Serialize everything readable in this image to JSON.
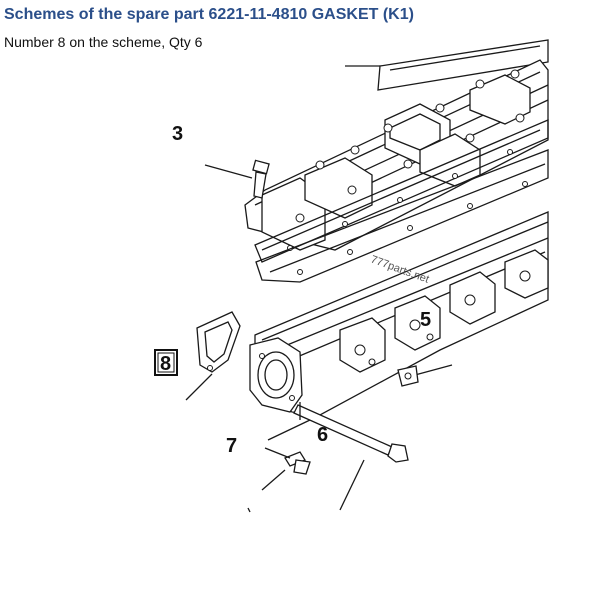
{
  "header": {
    "title": "Schemes of the spare part 6221-11-4810 GASKET (K1)",
    "subtitle": "Number 8 on the scheme, Qty 6"
  },
  "diagram": {
    "callouts": {
      "c3": "3",
      "c5": "5",
      "c6": "6",
      "c7": "7",
      "c8": "8"
    },
    "highlighted_callout": "8",
    "watermark": "777parts.net"
  }
}
